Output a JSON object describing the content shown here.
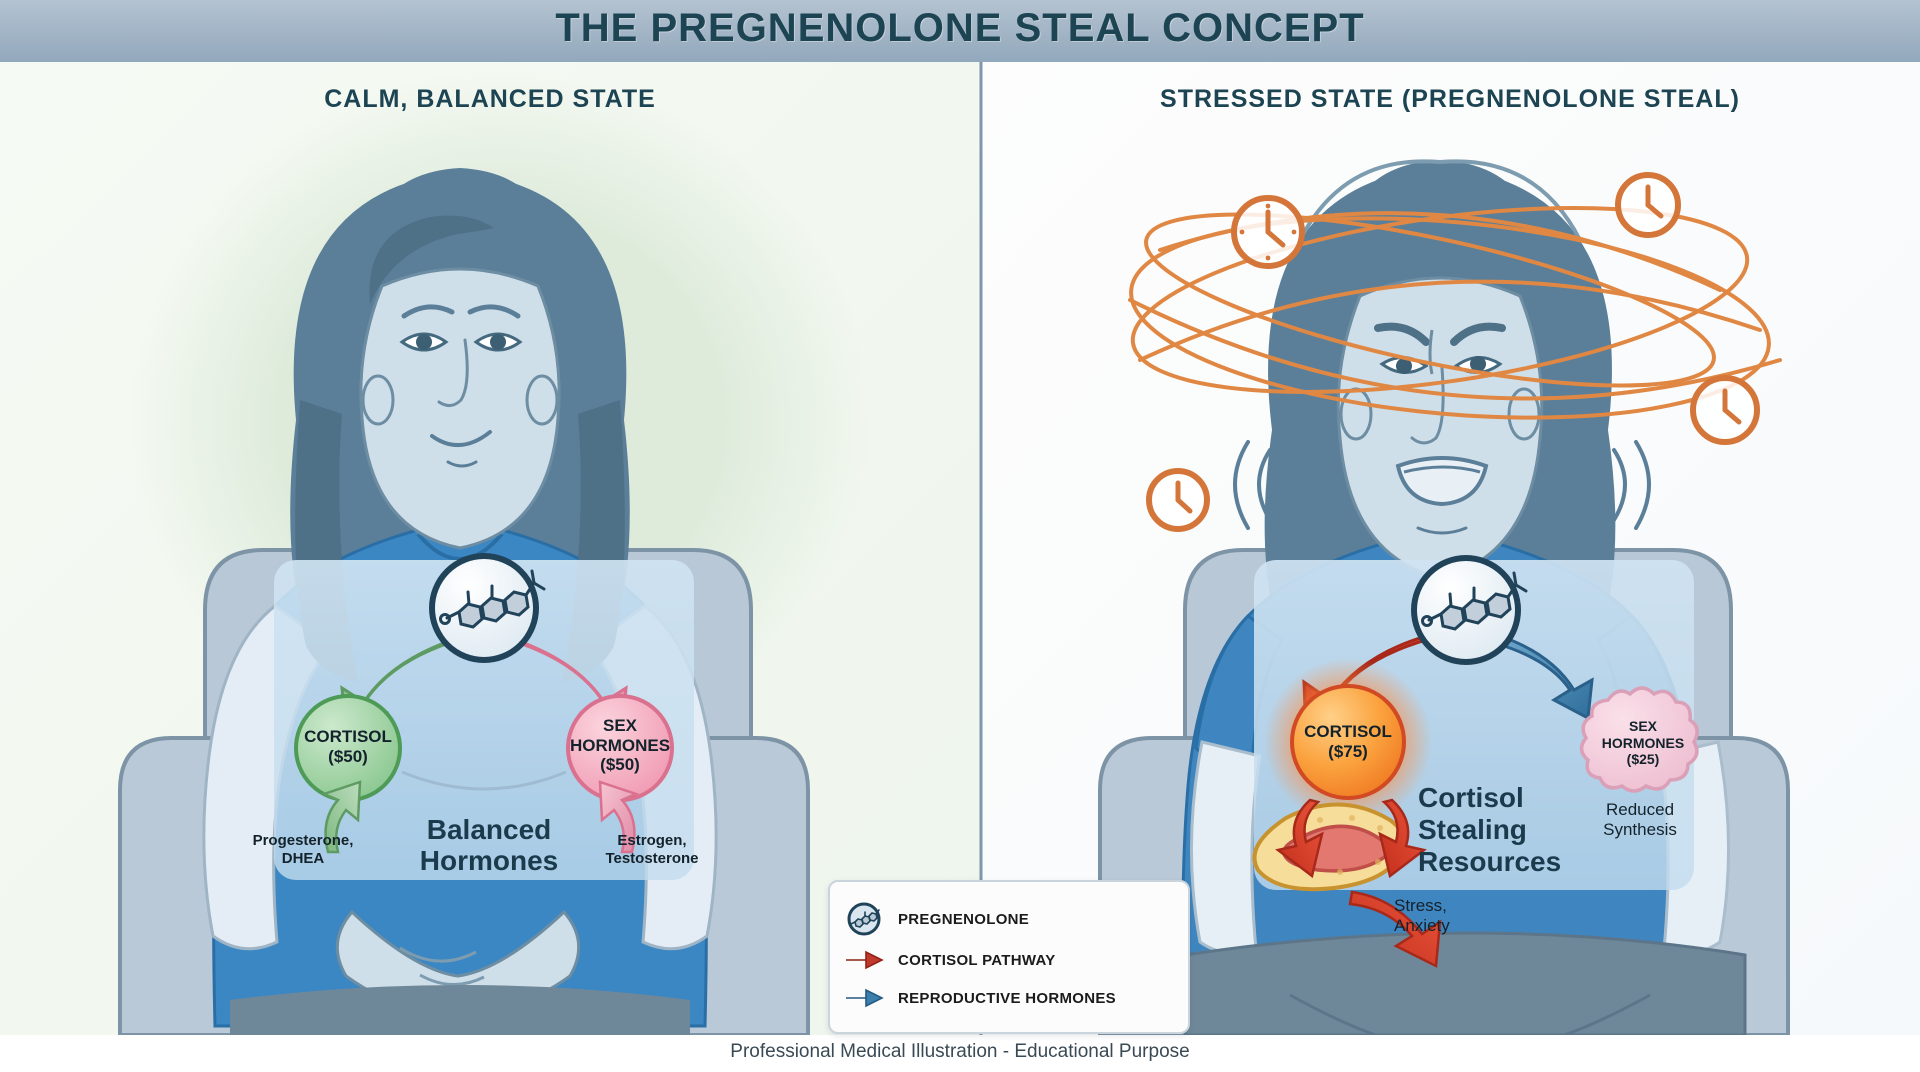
{
  "header": {
    "title": "THE PREGNENOLONE STEAL CONCEPT",
    "bg_top": "#aebecd",
    "bg_bottom": "#93a9bd",
    "title_color": "#1d4452"
  },
  "footer": {
    "caption": "Professional Medical Illustration - Educational Purpose",
    "color": "#3a4a55"
  },
  "panels": [
    {
      "id": "calm",
      "heading": "CALM, BALANCED STATE",
      "heading_color": "#1d4452",
      "bg": "#f4f8f2",
      "halo": "#dfebdc",
      "molecule_label": "PREGNENOLONE",
      "left_node": {
        "name": "CORTISOL",
        "amount": "($50)",
        "fill": "#9ed3a1",
        "stroke": "#4e9a57"
      },
      "right_node": {
        "name": "SEX",
        "name2": "HORMONES",
        "amount": "($50)",
        "fill": "#f4aec0",
        "stroke": "#d9718f"
      },
      "left_caption": "Progesterone,",
      "left_caption2": "DHEA",
      "right_caption": "Estrogen,",
      "right_caption2": "Testosterone",
      "center_caption": "Balanced",
      "center_caption2": "Hormones",
      "arrow_left_color": "#7cb87f",
      "arrow_right_color": "#e08aa5"
    },
    {
      "id": "stressed",
      "heading": "STRESSED STATE (PREGNENOLONE STEAL)",
      "heading_color": "#1d4452",
      "bg": "#fbfcfd",
      "halo": "#ffffff",
      "molecule_label": "PREGNENOLONE",
      "left_node": {
        "name": "CORTISOL",
        "amount": "($75)",
        "fill": "#f9a03c",
        "stroke": "#d14a24"
      },
      "right_node": {
        "name": "SEX",
        "name2": "HORMONES",
        "amount": "($25)",
        "fill": "#f3c3d3",
        "stroke": "#d9a0b8"
      },
      "center_caption": "Cortisol",
      "center_caption2": "Stealing",
      "center_caption3": "Resources",
      "right_caption": "Reduced",
      "right_caption2": "Synthesis",
      "stress_caption": "Stress,",
      "stress_caption2": "Anxiety",
      "arrow_cortisol_color": "#d8402a",
      "arrow_sex_color": "#3b7fae",
      "swirl_color": "#e08843",
      "clock_color": "#d4763a"
    }
  ],
  "legend": {
    "items": [
      {
        "label": "PREGNENOLONE",
        "icon": "molecule-icon",
        "color": "#2b4a5e"
      },
      {
        "label": "CORTISOL PATHWAY",
        "icon": "red-arrow-icon",
        "color": "#c0392b"
      },
      {
        "label": "REPRODUCTIVE HORMONES",
        "icon": "blue-arrow-icon",
        "color": "#3b7fae"
      }
    ],
    "bg": "#fcfcfc",
    "border": "#c9d4dc",
    "text_color": "#1b1b1b"
  },
  "palette": {
    "hair": "#5b7f99",
    "hair_dark": "#4e7188",
    "skin": "#cfdfea",
    "skin_line": "#5b7f99",
    "shirt": "#3b87c4",
    "shirt_stress": "#3f86c0",
    "chair": "#b8c8d6",
    "chair_stroke": "#7d93a6",
    "skirt": "#6f8899",
    "panel_card": "#cfe2f0",
    "divider": "#7e97ab"
  }
}
